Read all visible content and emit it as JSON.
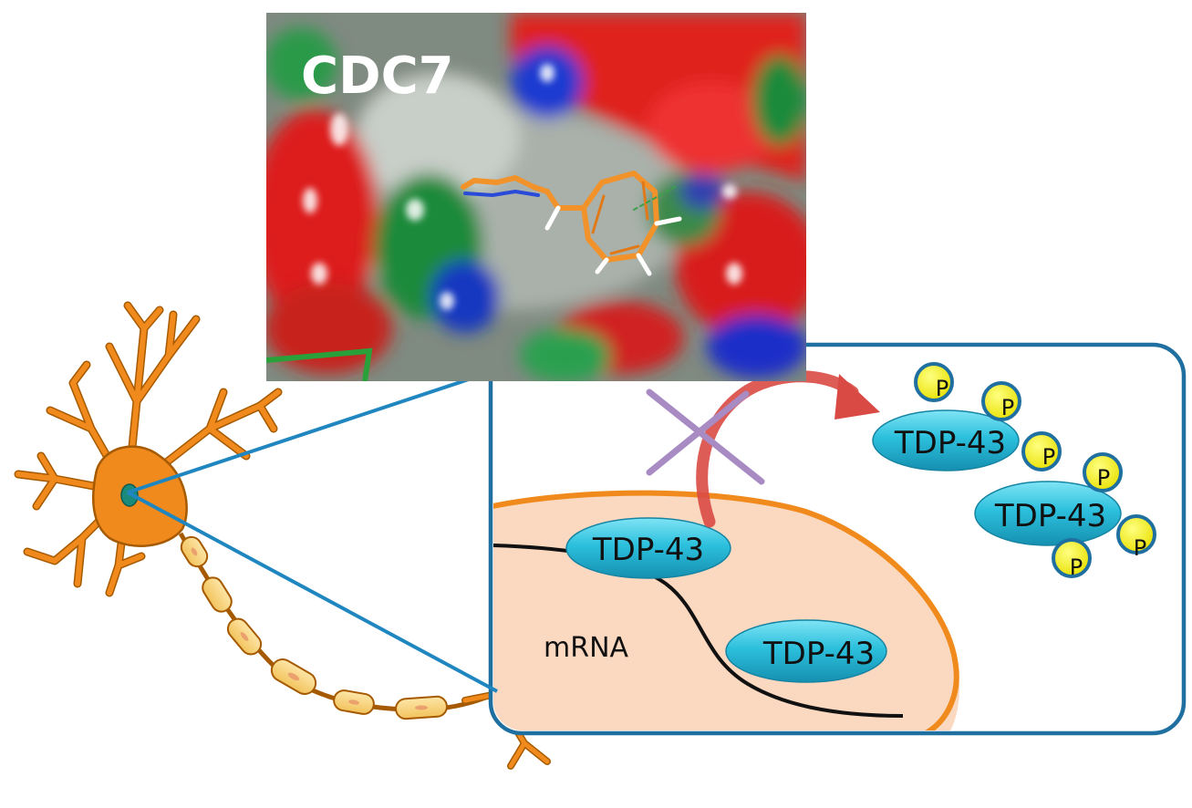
{
  "structure_panel": {
    "title": "CDC7"
  },
  "cell_panel": {
    "mrna_label": "mRNA",
    "nuclear_proteins": [
      {
        "label": "TDP-43"
      },
      {
        "label": "TDP-43"
      }
    ],
    "phospho_proteins": [
      {
        "label": "TDP-43"
      },
      {
        "label": "TDP-43"
      }
    ],
    "phosphate_label": "P"
  },
  "colors": {
    "neuron": "#f08a1c",
    "myelin": "#f7d27a",
    "panel_border": "#1f6fa0",
    "protein": "#1fb9d8",
    "phosphate": "#f5f000",
    "nucleus": "#fbd8c0",
    "inhibition_cross": "#a98bc4",
    "arrow": "#d94a44"
  }
}
